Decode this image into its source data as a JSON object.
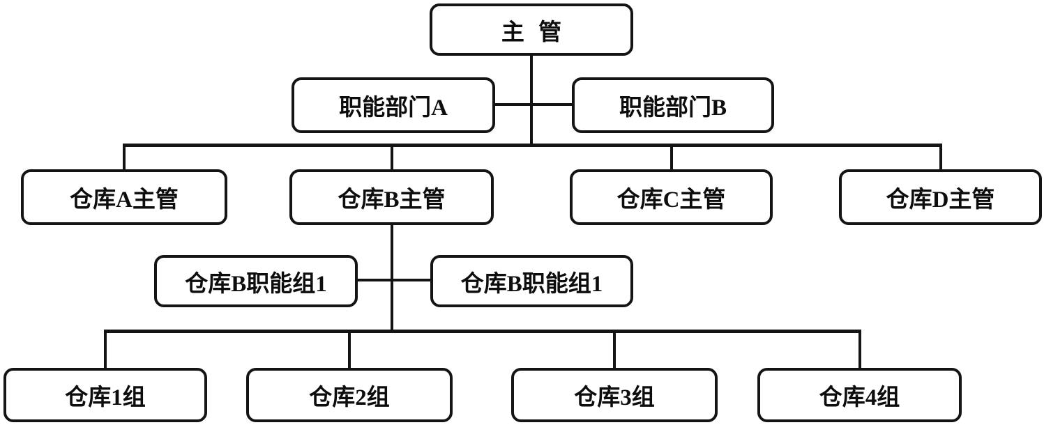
{
  "diagram": {
    "type": "org-chart",
    "nodes": {
      "root": {
        "label": "主 管",
        "level": 1
      },
      "dept_a": {
        "label": "职能部门A",
        "level": 2
      },
      "dept_b": {
        "label": "职能部门B",
        "level": 2
      },
      "wh_a": {
        "label": "仓库A主管",
        "level": 3
      },
      "wh_b": {
        "label": "仓库B主管",
        "level": 3
      },
      "wh_c": {
        "label": "仓库C主管",
        "level": 3
      },
      "wh_d": {
        "label": "仓库D主管",
        "level": 3
      },
      "func_left": {
        "label": "仓库B职能组1",
        "level": 4
      },
      "func_right": {
        "label": "仓库B职能组1",
        "level": 4
      },
      "group1": {
        "label": "仓库1组",
        "level": 5
      },
      "group2": {
        "label": "仓库2组",
        "level": 5
      },
      "group3": {
        "label": "仓库3组",
        "level": 5
      },
      "group4": {
        "label": "仓库4组",
        "level": 5
      }
    },
    "edges": [
      {
        "from": "root",
        "to": "dept_a",
        "style": "side-attachment"
      },
      {
        "from": "root",
        "to": "dept_b",
        "style": "side-attachment"
      },
      {
        "from": "root",
        "to": "wh_a",
        "style": "tree"
      },
      {
        "from": "root",
        "to": "wh_b",
        "style": "tree"
      },
      {
        "from": "root",
        "to": "wh_c",
        "style": "tree"
      },
      {
        "from": "root",
        "to": "wh_d",
        "style": "tree"
      },
      {
        "from": "wh_b",
        "to": "func_left",
        "style": "side-attachment"
      },
      {
        "from": "wh_b",
        "to": "func_right",
        "style": "side-attachment"
      },
      {
        "from": "wh_b",
        "to": "group1",
        "style": "tree"
      },
      {
        "from": "wh_b",
        "to": "group2",
        "style": "tree"
      },
      {
        "from": "wh_b",
        "to": "group3",
        "style": "tree"
      },
      {
        "from": "wh_b",
        "to": "group4",
        "style": "tree"
      }
    ],
    "colors": {
      "line": "#141414",
      "box_border": "#141414",
      "text": "#0d0d0d",
      "background": "#ffffff"
    }
  }
}
